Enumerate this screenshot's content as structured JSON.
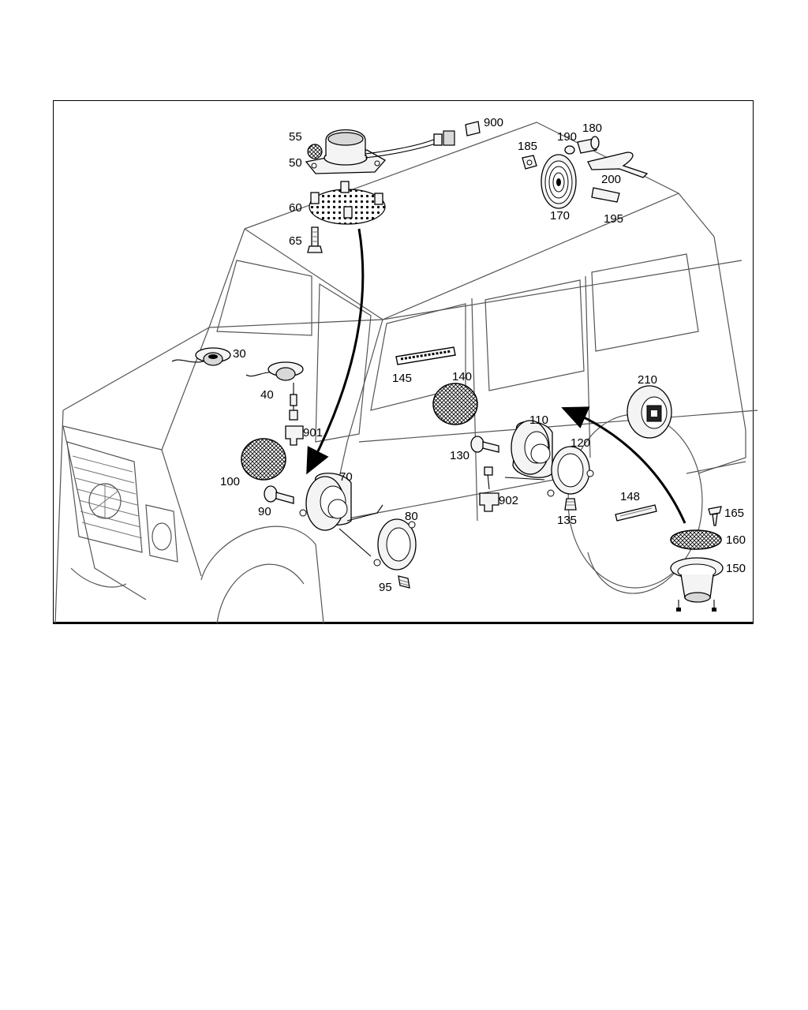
{
  "diagram": {
    "part_labels": [
      {
        "id": "p55",
        "text": "55"
      },
      {
        "id": "p50",
        "text": "50"
      },
      {
        "id": "p60",
        "text": "60"
      },
      {
        "id": "p65",
        "text": "65"
      },
      {
        "id": "p900",
        "text": "900"
      },
      {
        "id": "p190",
        "text": "190"
      },
      {
        "id": "p180",
        "text": "180"
      },
      {
        "id": "p185",
        "text": "185"
      },
      {
        "id": "p200",
        "text": "200"
      },
      {
        "id": "p170",
        "text": "170"
      },
      {
        "id": "p195",
        "text": "195"
      },
      {
        "id": "p30",
        "text": "30"
      },
      {
        "id": "p40",
        "text": "40"
      },
      {
        "id": "p901",
        "text": "901"
      },
      {
        "id": "p145",
        "text": "145"
      },
      {
        "id": "p140",
        "text": "140"
      },
      {
        "id": "p210",
        "text": "210"
      },
      {
        "id": "p110",
        "text": "110"
      },
      {
        "id": "p120",
        "text": "120"
      },
      {
        "id": "p130",
        "text": "130"
      },
      {
        "id": "p902",
        "text": "902"
      },
      {
        "id": "p135",
        "text": "135"
      },
      {
        "id": "p100",
        "text": "100"
      },
      {
        "id": "p70",
        "text": "70"
      },
      {
        "id": "p90",
        "text": "90"
      },
      {
        "id": "p80",
        "text": "80"
      },
      {
        "id": "p95",
        "text": "95"
      },
      {
        "id": "p148",
        "text": "148"
      },
      {
        "id": "p165",
        "text": "165"
      },
      {
        "id": "p160",
        "text": "160"
      },
      {
        "id": "p150",
        "text": "150"
      }
    ]
  }
}
